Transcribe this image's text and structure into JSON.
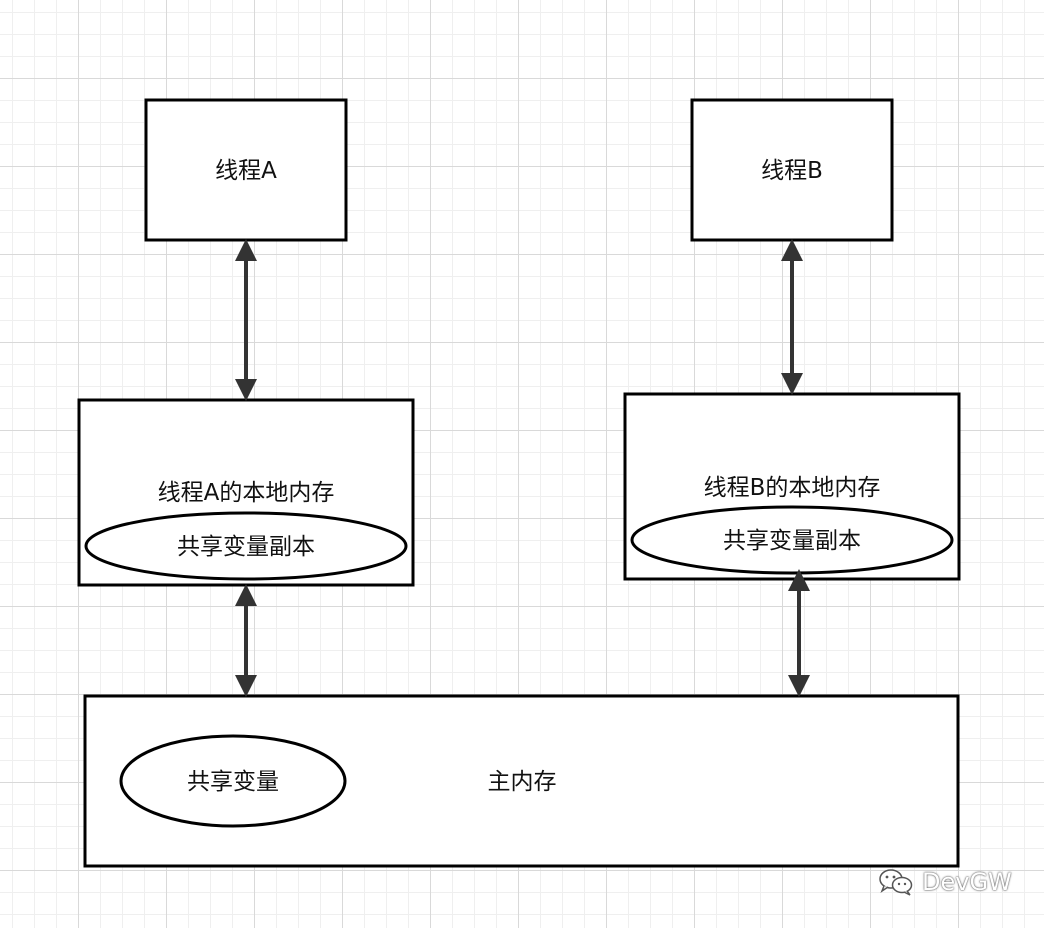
{
  "nodes": {
    "thread_a": "线程A",
    "thread_b": "线程B",
    "local_memory_a": "线程A的本地内存",
    "local_memory_b": "线程B的本地内存",
    "shared_copy_a": "共享变量副本",
    "shared_copy_b": "共享变量副本",
    "main_memory": "主内存",
    "shared_variable": "共享变量"
  },
  "watermark": {
    "text": "DevGW",
    "icon": "wechat-icon"
  }
}
